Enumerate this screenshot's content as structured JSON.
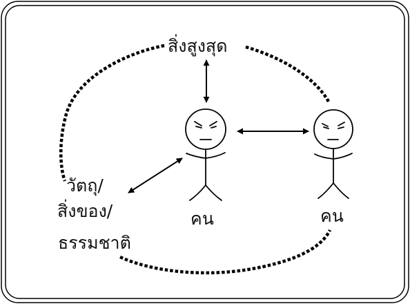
{
  "diagram": {
    "top_node": "สิ่งสูงสุด",
    "left_node_lines": [
      "วัตถุ/",
      "สิ่งของ/",
      "ธรรมชาติ"
    ],
    "person_1": "คน",
    "person_2": "คน"
  }
}
